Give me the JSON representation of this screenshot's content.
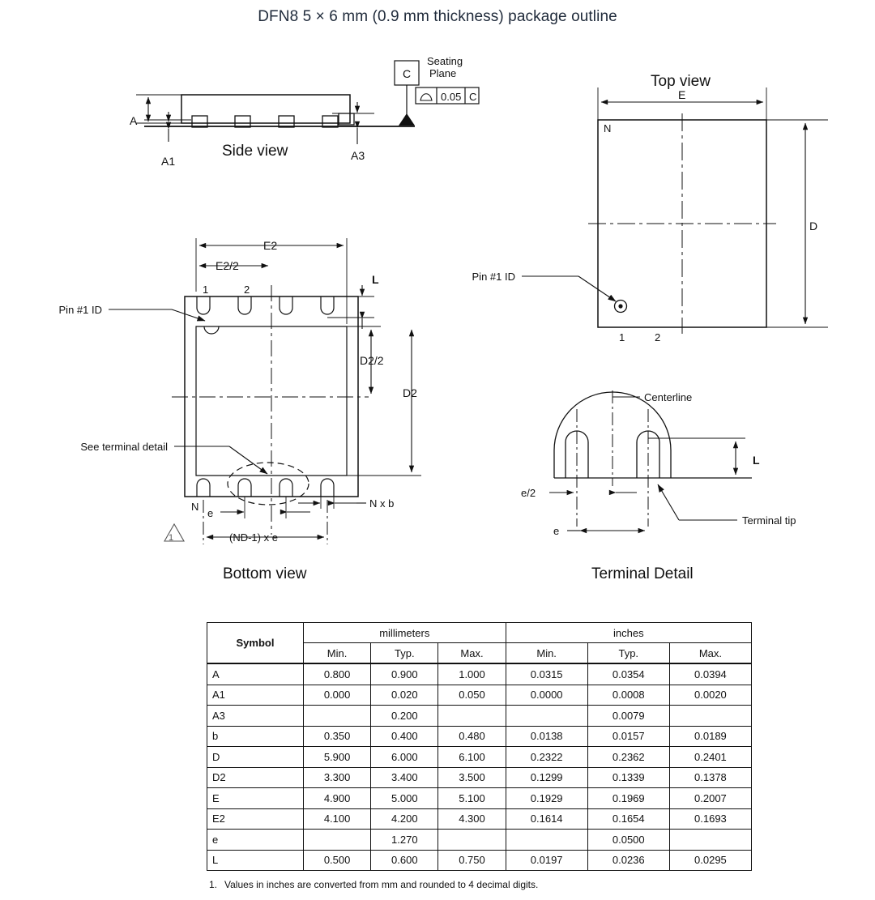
{
  "title": "DFN8 5 × 6 mm (0.9 mm thickness) package outline",
  "views": {
    "side": {
      "caption": "Side view",
      "labels": [
        "A",
        "A1",
        "A3"
      ],
      "label_A": "A",
      "label_A1": "A1",
      "label_A3": "A3",
      "seating_plane": "Seating\nPlane",
      "seating_plane_line1": "Seating",
      "seating_plane_line2": "Plane",
      "datum_letter": "C",
      "gdt": {
        "symbol": "flatness",
        "tolerance": "0.05",
        "datum": "C"
      }
    },
    "top": {
      "caption": "Top view",
      "dim_E": "E",
      "dim_D": "D",
      "label_N": "N",
      "pin1_id": "Pin #1 ID",
      "pin_numbers": [
        "1",
        "2"
      ]
    },
    "bottom": {
      "caption": "Bottom view",
      "dim_E2": "E2",
      "dim_E2_half": "E2/2",
      "dim_D2": "D2",
      "dim_D2_half": "D2/2",
      "dim_L": "L",
      "dim_e": "e",
      "dim_Nxb": "N x b",
      "dim_NDe": "(ND-1) x e",
      "label_N": "N",
      "pin1_id": "Pin #1 ID",
      "pin_numbers": [
        "1",
        "2"
      ],
      "see_terminal_detail": "See terminal detail",
      "note_flag": "1"
    },
    "terminal": {
      "caption": "Terminal Detail",
      "centerline": "Centerline",
      "terminal_tip": "Terminal tip",
      "dim_L": "L",
      "dim_e": "e",
      "dim_e_half": "e/2"
    }
  },
  "table": {
    "unit_headers": [
      "millimeters",
      "inches"
    ],
    "symbol_header": "Symbol",
    "sub_headers": [
      "Min.",
      "Typ.",
      "Max."
    ],
    "rows": [
      {
        "symbol": "A",
        "mm": [
          "0.800",
          "0.900",
          "1.000"
        ],
        "in": [
          "0.0315",
          "0.0354",
          "0.0394"
        ]
      },
      {
        "symbol": "A1",
        "mm": [
          "0.000",
          "0.020",
          "0.050"
        ],
        "in": [
          "0.0000",
          "0.0008",
          "0.0020"
        ]
      },
      {
        "symbol": "A3",
        "mm": [
          "",
          "0.200",
          ""
        ],
        "in": [
          "",
          "0.0079",
          ""
        ]
      },
      {
        "symbol": "b",
        "mm": [
          "0.350",
          "0.400",
          "0.480"
        ],
        "in": [
          "0.0138",
          "0.0157",
          "0.0189"
        ]
      },
      {
        "symbol": "D",
        "mm": [
          "5.900",
          "6.000",
          "6.100"
        ],
        "in": [
          "0.2322",
          "0.2362",
          "0.2401"
        ]
      },
      {
        "symbol": "D2",
        "mm": [
          "3.300",
          "3.400",
          "3.500"
        ],
        "in": [
          "0.1299",
          "0.1339",
          "0.1378"
        ]
      },
      {
        "symbol": "E",
        "mm": [
          "4.900",
          "5.000",
          "5.100"
        ],
        "in": [
          "0.1929",
          "0.1969",
          "0.2007"
        ]
      },
      {
        "symbol": "E2",
        "mm": [
          "4.100",
          "4.200",
          "4.300"
        ],
        "in": [
          "0.1614",
          "0.1654",
          "0.1693"
        ]
      },
      {
        "symbol": "e",
        "mm": [
          "",
          "1.270",
          ""
        ],
        "in": [
          "",
          "0.0500",
          ""
        ]
      },
      {
        "symbol": "L",
        "mm": [
          "0.500",
          "0.600",
          "0.750"
        ],
        "in": [
          "0.0197",
          "0.0236",
          "0.0295"
        ]
      }
    ],
    "note_number": "1.",
    "note_text": "Values in inches are converted from mm and rounded to 4 decimal digits."
  },
  "colors": {
    "title": "#1f2a3a",
    "line": "#111111",
    "background": "#ffffff"
  }
}
